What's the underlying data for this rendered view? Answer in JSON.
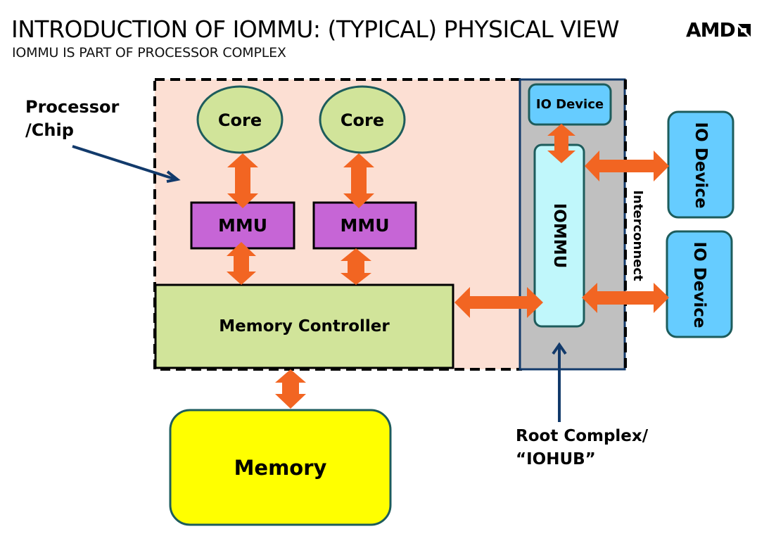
{
  "header": {
    "title": "INTRODUCTION OF IOMMU: (TYPICAL) PHYSICAL VIEW",
    "subtitle": "IOMMU IS PART OF PROCESSOR COMPLEX",
    "logo_text": "AMD",
    "logo_icon": "amd-arrow-logo-icon"
  },
  "colors": {
    "processor_fill": "#fcdfd3",
    "core_fill": "#d1e49a",
    "mmu_fill": "#c665d6",
    "memory_controller_fill": "#d1e49a",
    "memory_fill": "#ffff00",
    "rootcomplex_fill": "#c0c0c0",
    "iommu_fill": "#c0f7fb",
    "io_device_fill": "#66ccff",
    "arrow_color": "#f26522",
    "pointer_color": "#123a6b"
  },
  "diagram": {
    "processor_label_line1": "Processor",
    "processor_label_line2": "/Chip",
    "cores": [
      {
        "label": "Core"
      },
      {
        "label": "Core"
      }
    ],
    "mmus": [
      {
        "label": "MMU"
      },
      {
        "label": "MMU"
      }
    ],
    "memory_controller": "Memory Controller",
    "memory": "Memory",
    "iommu": "IOMMU",
    "internal_io_device": "IO Device",
    "external_io_devices": [
      {
        "label": "IO Device"
      },
      {
        "label": "IO Device"
      }
    ],
    "interconnect": "Interconnect",
    "root_complex_line1": "Root Complex/",
    "root_complex_line2": "“IOHUB”"
  }
}
